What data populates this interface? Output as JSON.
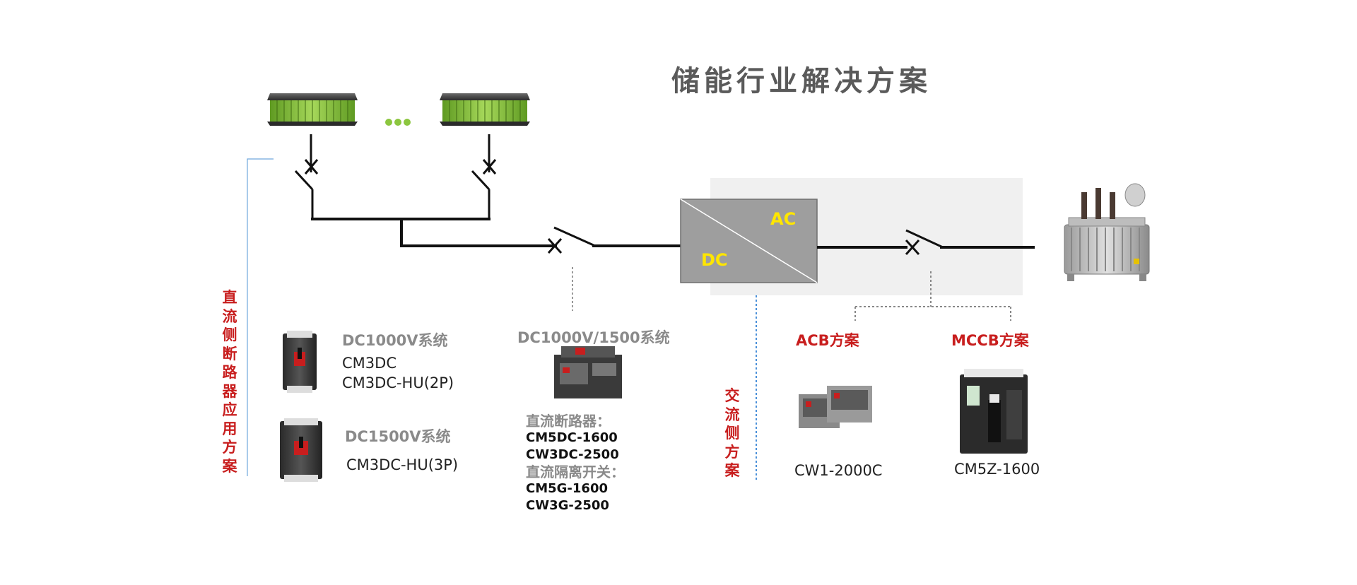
{
  "title": "储能行业解决方案",
  "dc_side_label": "直流侧断路器应用方案",
  "ac_side_label": "交流侧方案",
  "converter": {
    "ac": "AC",
    "dc": "DC"
  },
  "dc_products": {
    "system_1000": {
      "heading": "DC1000V系统",
      "models": [
        "CM3DC",
        "CM3DC-HU(2P)"
      ]
    },
    "system_1500": {
      "heading": "DC1500V系统",
      "models": [
        "CM3DC-HU(3P)"
      ]
    }
  },
  "main_dc": {
    "heading": "DC1000V/1500系统",
    "breaker_heading": "直流断路器：",
    "breaker_models": [
      "CM5DC-1600",
      "CW3DC-2500"
    ],
    "isolator_heading": "直流隔离开关：",
    "isolator_models": [
      "CM5G-1600",
      "CW3G-2500"
    ]
  },
  "ac_products": {
    "acb": {
      "heading": "ACB方案",
      "model": "CW1-2000C"
    },
    "mccb": {
      "heading": "MCCB方案",
      "model": "CM5Z-1600"
    }
  },
  "colors": {
    "title": "#5a5a5a",
    "accent_red": "#c81e1e",
    "label_gray": "#8a8a8a",
    "converter": "#9e9e9e",
    "converter_text": "#ffe600",
    "battery_green": "#8cc63f",
    "ac_zone": "#f0f0f0"
  },
  "icons": [
    "battery-pack-icon",
    "ellipsis-icon",
    "circuit-breaker-symbol",
    "dc-ac-converter-icon",
    "transformer-icon",
    "mccb-device-icon",
    "acb-device-icon"
  ]
}
